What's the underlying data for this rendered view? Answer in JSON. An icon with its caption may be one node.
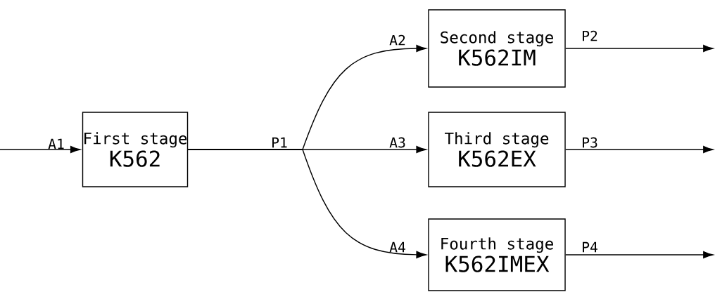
{
  "diagram": {
    "nodes": [
      {
        "text": [
          "First stage",
          "K562"
        ]
      },
      {
        "text": [
          "Second stage",
          "K562IM"
        ]
      },
      {
        "text": [
          "Third stage",
          "K562EX"
        ]
      },
      {
        "text": [
          "Fourth stage",
          "K562IMEX"
        ]
      }
    ],
    "edges": [
      {
        "from": null,
        "to": 0,
        "arrow": "to",
        "label": "A1"
      },
      {
        "from": 0,
        "to": 1,
        "arrow": "to",
        "label": "A2"
      },
      {
        "from": 0,
        "to": 2,
        "arrow": "to",
        "label": "A3"
      },
      {
        "from": 0,
        "to": 3,
        "arrow": "to",
        "label": "A4"
      },
      {
        "from": 1,
        "to": null,
        "arrow": "to",
        "label": "P2"
      },
      {
        "from": 2,
        "to": null,
        "arrow": "to",
        "label": "P3"
      },
      {
        "from": 3,
        "to": null,
        "arrow": "to",
        "label": "P4"
      }
    ],
    "labels": [
      "P1"
    ]
  }
}
